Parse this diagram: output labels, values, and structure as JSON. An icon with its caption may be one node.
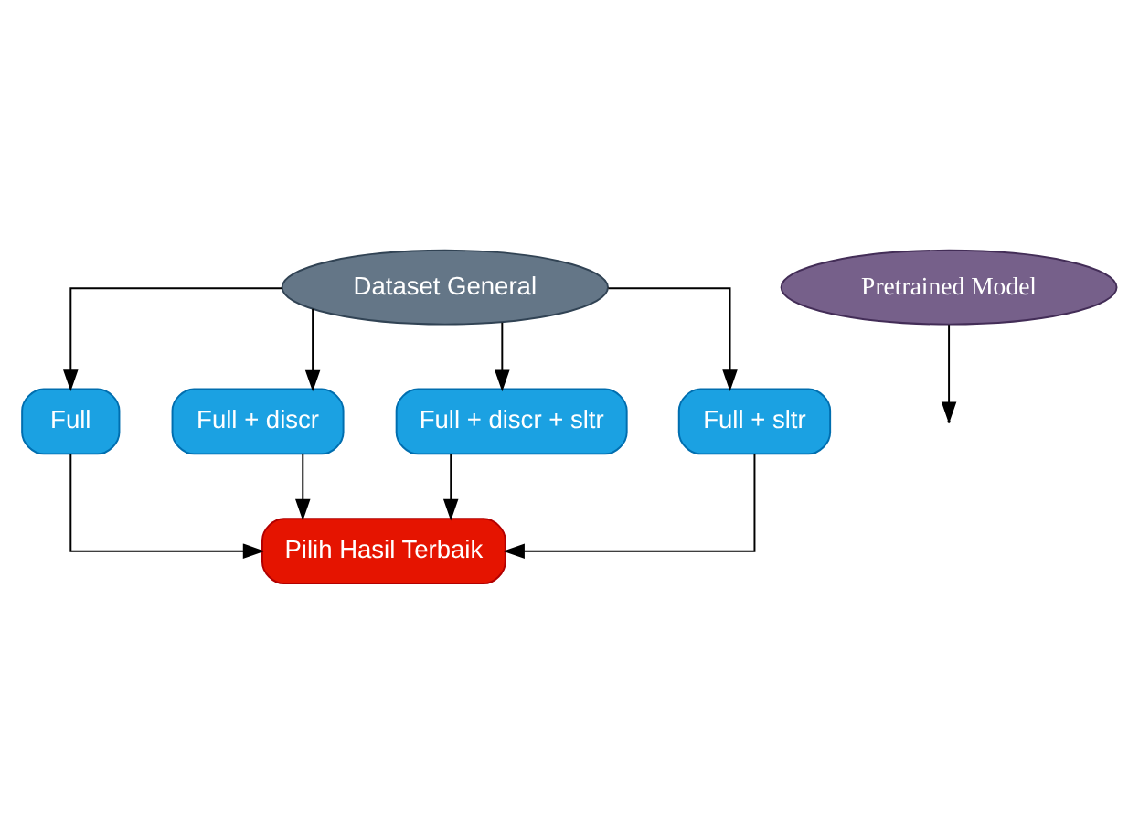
{
  "diagram": {
    "nodes": [
      {
        "text": [
          "Dataset General"
        ]
      },
      {
        "text": [
          "Pretrained Model"
        ]
      },
      {
        "text": [
          "Full"
        ]
      },
      {
        "text": [
          "Full + discr"
        ]
      },
      {
        "text": [
          "Full + discr + sltr"
        ]
      },
      {
        "text": [
          "Full + sltr"
        ]
      },
      {
        "text": [
          "Pilih Hasil Terbaik"
        ]
      }
    ],
    "edges": [
      {
        "from": 1,
        "to": null,
        "arrow": "to"
      },
      {
        "from": 0,
        "to": 2,
        "arrow": "to"
      },
      {
        "from": 0,
        "to": 3,
        "arrow": "to"
      },
      {
        "from": 0,
        "to": 4,
        "arrow": "to"
      },
      {
        "from": 0,
        "to": 5,
        "arrow": "to"
      },
      {
        "from": 2,
        "to": 6,
        "arrow": "to"
      },
      {
        "from": 3,
        "to": 6,
        "arrow": "to"
      },
      {
        "from": 4,
        "to": 6,
        "arrow": "to"
      },
      {
        "from": 5,
        "to": 6,
        "arrow": "to"
      }
    ]
  }
}
